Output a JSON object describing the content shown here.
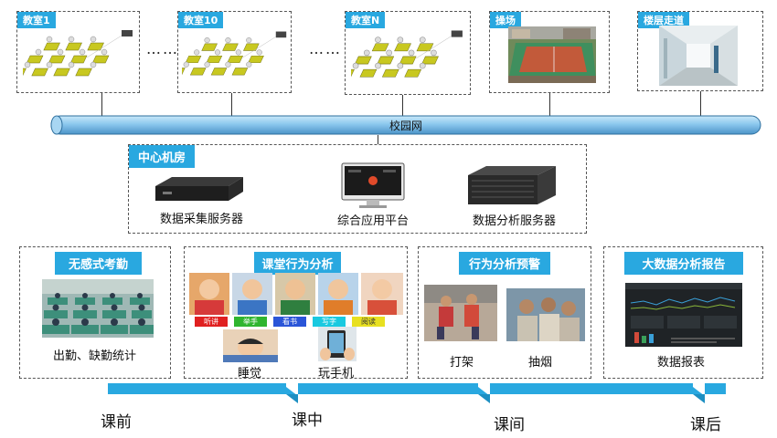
{
  "classrooms": [
    {
      "label": "教室1"
    },
    {
      "label": "教室10"
    },
    {
      "label": "教室N"
    }
  ],
  "ellipsis": "……",
  "playground": {
    "label": "操场"
  },
  "corridor": {
    "label": "楼层走道"
  },
  "network": {
    "label": "校园网"
  },
  "machine_room": {
    "label": "中心机房",
    "items": [
      {
        "label": "数据采集服务器"
      },
      {
        "label": "综合应用平台"
      },
      {
        "label": "数据分析服务器"
      }
    ]
  },
  "modules": {
    "attendance": {
      "title": "无感式考勤",
      "caption": "出勤、缺勤统计"
    },
    "classroom": {
      "title": "课堂行为分析",
      "tags": [
        {
          "label": "听讲",
          "color": "#e02020"
        },
        {
          "label": "举手",
          "color": "#2fb52f"
        },
        {
          "label": "看书",
          "color": "#2a55d8"
        },
        {
          "label": "写字",
          "color": "#19c9e0"
        },
        {
          "label": "阅读",
          "color": "#e8e020"
        }
      ],
      "sleep": "睡觉",
      "phone": "玩手机"
    },
    "warning": {
      "title": "行为分析预警",
      "fight": "打架",
      "smoke": "抽烟"
    },
    "report": {
      "title": "大数据分析报告",
      "caption": "数据报表"
    }
  },
  "timeline": {
    "phases": [
      "课前",
      "课中",
      "课间",
      "课后"
    ],
    "color": "#29a8e0"
  }
}
